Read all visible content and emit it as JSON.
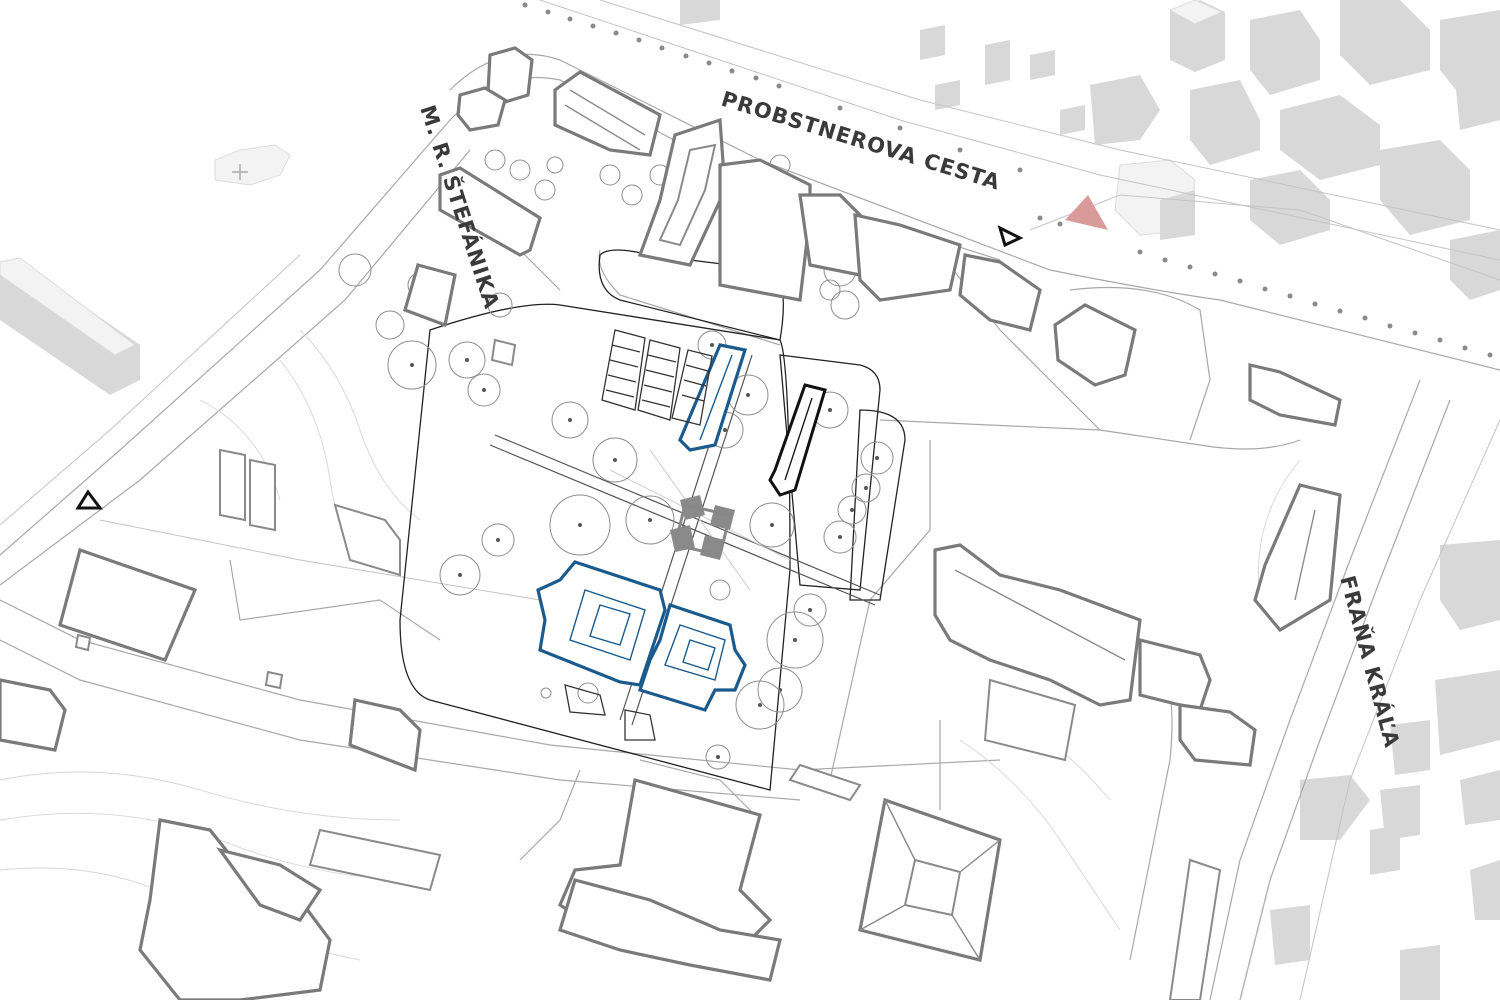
{
  "map": {
    "streets": [
      {
        "id": "probstnerova",
        "label": "PROBSTNEROVA CESTA"
      },
      {
        "id": "stefanika",
        "label": "M. R. ŠTEFÁNIKA"
      },
      {
        "id": "frana-krala",
        "label": "FRAŇA KRÁĽA"
      }
    ],
    "colors": {
      "highlight_primary": "#1a5a8c",
      "highlight_secondary": "#111111",
      "main_entrance_marker": "#d99a9a",
      "buildings": "#7a7a7a",
      "background_buildings": "#d8d8d8"
    },
    "markers": [
      {
        "type": "main-entrance-triangle",
        "color": "#d99a9a"
      },
      {
        "type": "entrance-triangle",
        "count": 2
      }
    ]
  }
}
